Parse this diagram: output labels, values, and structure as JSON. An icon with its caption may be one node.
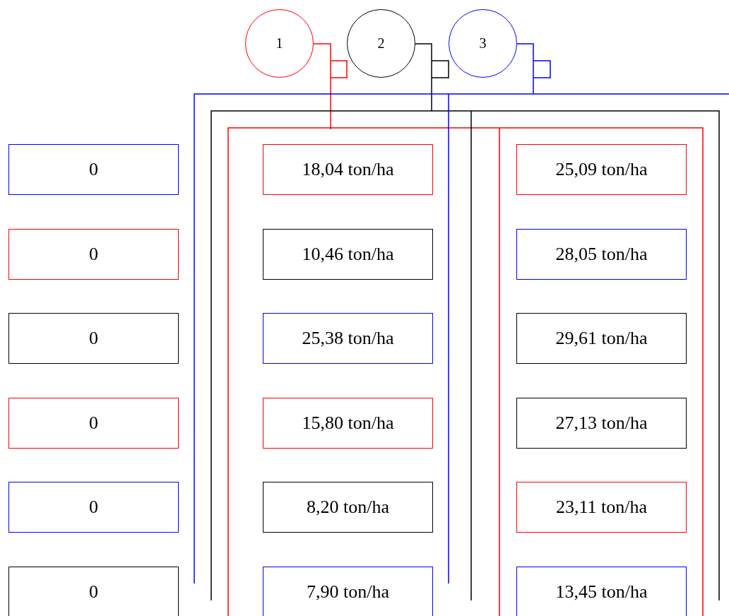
{
  "diagram": {
    "nodes": [
      {
        "text": [
          "1"
        ]
      },
      {
        "text": [
          "2"
        ]
      },
      {
        "text": [
          "3"
        ]
      },
      {
        "text": [
          "0"
        ]
      },
      {
        "text": [
          "18,04 ton/ha"
        ]
      },
      {
        "text": [
          "25,09 ton/ha"
        ]
      },
      {
        "text": [
          "0"
        ]
      },
      {
        "text": [
          "10,46 ton/ha"
        ]
      },
      {
        "text": [
          "28,05 ton/ha"
        ]
      },
      {
        "text": [
          "0"
        ]
      },
      {
        "text": [
          "25,38 ton/ha"
        ]
      },
      {
        "text": [
          "29,61 ton/ha"
        ]
      },
      {
        "text": [
          "0"
        ]
      },
      {
        "text": [
          "15,80 ton/ha"
        ]
      },
      {
        "text": [
          "27,13 ton/ha"
        ]
      },
      {
        "text": [
          "0"
        ]
      },
      {
        "text": [
          "8,20 ton/ha"
        ]
      },
      {
        "text": [
          "23,11 ton/ha"
        ]
      },
      {
        "text": [
          "0"
        ]
      },
      {
        "text": [
          "7,90 ton/ha"
        ]
      },
      {
        "text": [
          "13,45 ton/ha"
        ]
      }
    ]
  }
}
